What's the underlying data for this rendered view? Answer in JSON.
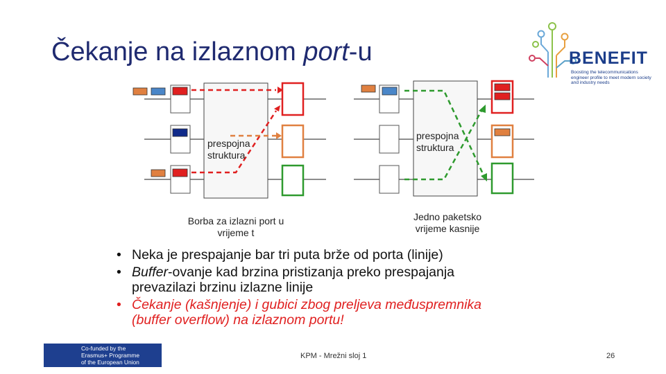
{
  "title": {
    "main": "Čekanje na izlaznom ",
    "italic": "port",
    "suffix": "-u"
  },
  "diagram": {
    "left_switch_label_line1": "prespojna",
    "left_switch_label_line2": "struktura",
    "right_switch_label_line1": "prespojna",
    "right_switch_label_line2": "struktura",
    "left_caption_line1": "Borba za izlazni port u",
    "left_caption_line2": "vrijeme t",
    "right_caption_line1": "Jedno paketsko",
    "right_caption_line2": "vrijeme kasnije"
  },
  "bullets": {
    "b1": "Neka je prespajanje bar tri puta brže od porta (linije)",
    "b2_italic": "Buffer",
    "b2_rest_line1": "-ovanje kad brzina pristizanja preko prespajanja",
    "b2_line2": "prevazilazi brzinu izlazne linije",
    "b3_line1": "Čekanje (kašnjenje) i gubici zbog preljeva međuspremnika",
    "b3_line2": "(buffer overflow) na izlaznom portu!",
    "bullet_char": "•"
  },
  "footer": {
    "course": "KPM - Mrežni sloj 1",
    "page": "26"
  },
  "eu_logo": {
    "line1": "Co-funded by the",
    "line2": "Erasmus+ Programme",
    "line3": "of the European Union"
  },
  "benefit_logo": {
    "word": "BENEFIT",
    "subtitle": "Boosting the telecommunications engineer profile to meet modern society and industry needs"
  },
  "colors": {
    "title": "#1f2a70",
    "red": "#e02020",
    "green": "#2e9a2e",
    "orange": "#e08040",
    "blue": "#4a86c8",
    "navy": "#102a8a",
    "eu_blue": "#1e3f8f"
  }
}
